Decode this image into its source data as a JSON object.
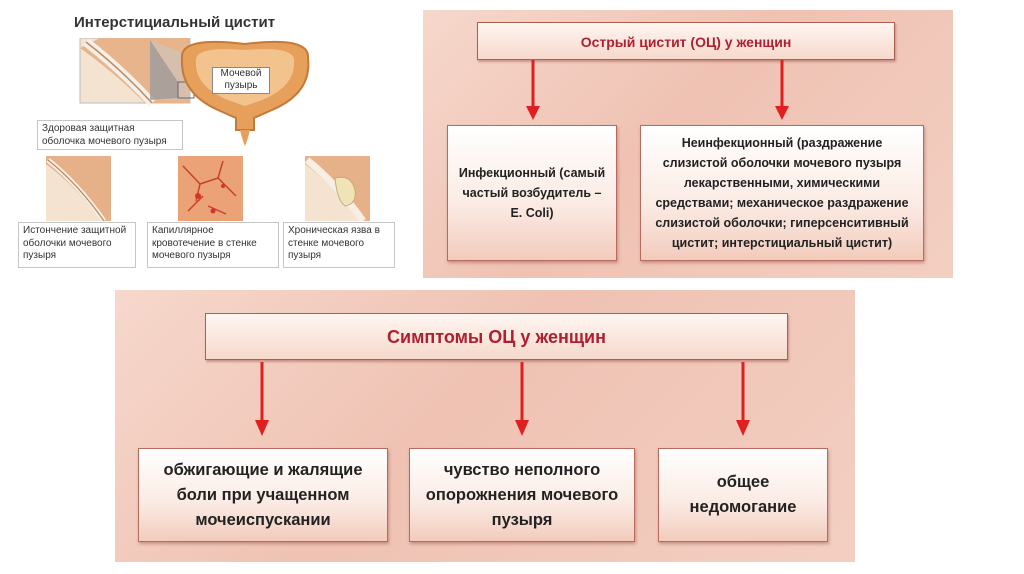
{
  "illustration": {
    "title": "Интерстициальный цистит",
    "bladder_label": "Мочевой пузырь",
    "healthy_caption": "Здоровая защитная оболочка мочевого пузыря",
    "stages": [
      {
        "caption": "Истончение защитной оболочки мочевого пузыря"
      },
      {
        "caption": "Капиллярное кровотечение в стенке мочевого пузыря"
      },
      {
        "caption": "Хроническая язва в стенке мочевого пузыря"
      }
    ]
  },
  "acute": {
    "header": "Острый цистит (ОЦ) у женщин",
    "infectious": "Инфекционный (самый частый возбудитель – E. Coli)",
    "noninfectious": "Неинфекционный (раздражение слизистой оболочки мочевого пузыря лекарственными, химическими средствами; механическое раздражение слизистой оболочки; гиперсенситивный цистит; интерстициальный цистит)"
  },
  "symptoms": {
    "header": "Симптомы ОЦ у женщин",
    "items": [
      {
        "text": "обжигающие и жалящие боли при учащенном мочеиспускании"
      },
      {
        "text": "чувство неполного опорожнения мочевого пузыря"
      },
      {
        "text": "общее недомогание"
      }
    ]
  },
  "colors": {
    "arrow": "#e02020",
    "header_text": "#b01f2f",
    "panel": "#f0c7b8"
  }
}
